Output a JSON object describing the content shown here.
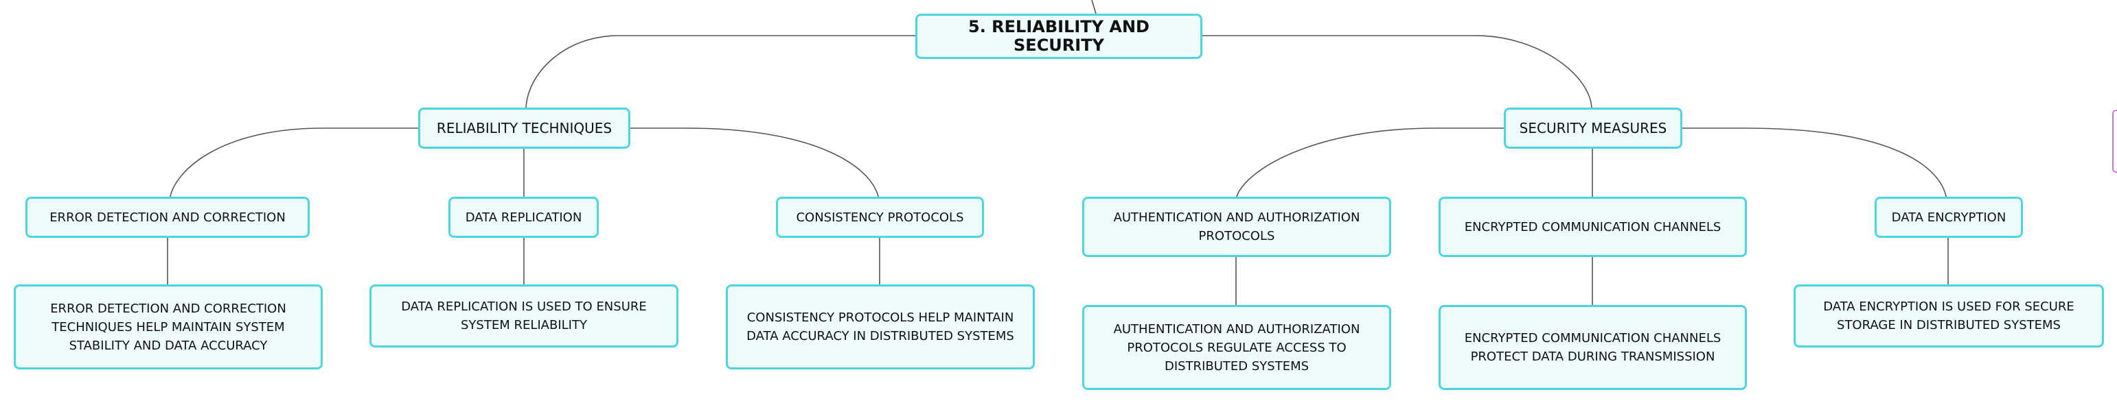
{
  "diagram": {
    "root": {
      "label": "5. RELIABILITY AND SECURITY"
    },
    "branches": [
      {
        "label": "RELIABILITY TECHNIQUES",
        "children": [
          {
            "label": "ERROR DETECTION AND CORRECTION",
            "detail": "ERROR DETECTION AND CORRECTION TECHNIQUES HELP MAINTAIN SYSTEM STABILITY AND DATA ACCURACY"
          },
          {
            "label": "DATA REPLICATION",
            "detail": "DATA REPLICATION IS USED TO ENSURE SYSTEM RELIABILITY"
          },
          {
            "label": "CONSISTENCY PROTOCOLS",
            "detail": "CONSISTENCY PROTOCOLS HELP MAINTAIN DATA ACCURACY IN DISTRIBUTED SYSTEMS"
          }
        ]
      },
      {
        "label": "SECURITY MEASURES",
        "children": [
          {
            "label": "AUTHENTICATION AND AUTHORIZATION PROTOCOLS",
            "detail": "AUTHENTICATION AND AUTHORIZATION PROTOCOLS REGULATE ACCESS TO DISTRIBUTED SYSTEMS"
          },
          {
            "label": "ENCRYPTED COMMUNICATION CHANNELS",
            "detail": "ENCRYPTED COMMUNICATION CHANNELS PROTECT DATA DURING TRANSMISSION"
          },
          {
            "label": "DATA ENCRYPTION",
            "detail": "DATA ENCRYPTION IS USED FOR SECURE STORAGE IN DISTRIBUTED SYSTEMS"
          }
        ]
      }
    ]
  },
  "colors": {
    "node_border": "#4ed6e0",
    "node_fill": "#eefbfb",
    "connector": "#555555",
    "side_tab": "#c77ad1"
  }
}
